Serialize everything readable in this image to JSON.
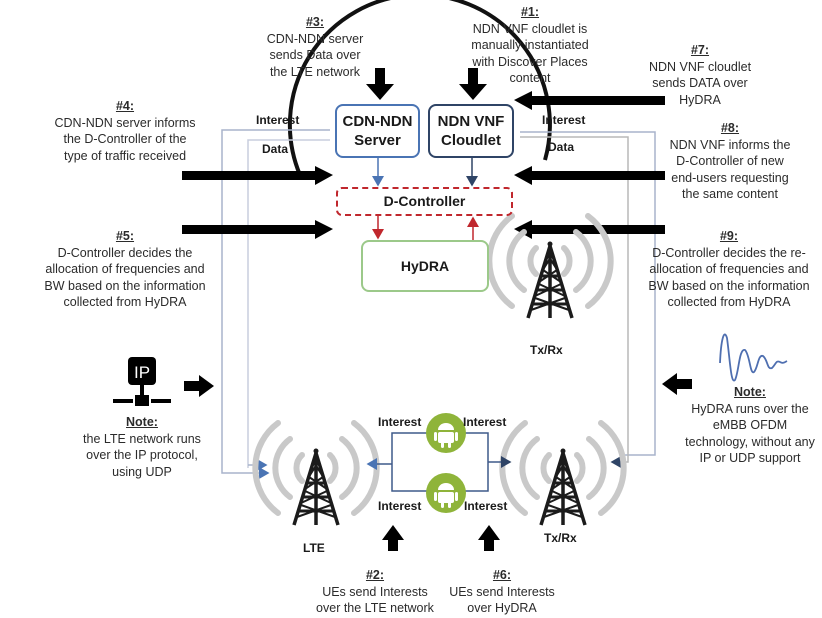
{
  "colors": {
    "cdn_box": "#4a74b4",
    "vnf_box": "#2f4466",
    "controller_border": "#c0272d",
    "hydra_box": "#9cc98a",
    "link_light": "#a8b4cc",
    "link_dark": "#3f5a8a",
    "android_green": "#8fb43a",
    "antenna_gray": "#c8c8c8",
    "wave_blue": "#4f6fb0"
  },
  "steps": [
    {
      "id": "1",
      "heading": "#1:",
      "lines": [
        "NDN VNF cloudlet is",
        "manually instantiated",
        "with Discover Places",
        "content"
      ]
    },
    {
      "id": "2",
      "heading": "#2:",
      "lines": [
        "UEs send Interests",
        "over the LTE network"
      ]
    },
    {
      "id": "3",
      "heading": "#3:",
      "lines": [
        "CDN-NDN server",
        "sends Data over",
        "the LTE network"
      ]
    },
    {
      "id": "4",
      "heading": "#4:",
      "lines": [
        "CDN-NDN server informs",
        "the D-Controller of the",
        "type of traffic received"
      ]
    },
    {
      "id": "5",
      "heading": "#5:",
      "lines": [
        "D-Controller decides the",
        "allocation of frequencies and",
        "BW based on the information",
        "collected from HyDRA"
      ]
    },
    {
      "id": "6",
      "heading": "#6:",
      "lines": [
        "UEs send Interests",
        "over HyDRA"
      ]
    },
    {
      "id": "7",
      "heading": "#7:",
      "lines": [
        "NDN VNF cloudlet",
        "sends DATA over",
        "HyDRA"
      ]
    },
    {
      "id": "8",
      "heading": "#8:",
      "lines": [
        "NDN VNF informs the",
        "D-Controller of new",
        "end-users requesting",
        "the same content"
      ]
    },
    {
      "id": "9",
      "heading": "#9:",
      "lines": [
        "D-Controller decides the re-",
        "allocation of frequencies and",
        "BW based on the information",
        "collected from HyDRA"
      ]
    }
  ],
  "notes": {
    "ip": {
      "heading": "Note:",
      "lines": [
        "the LTE network runs",
        "over the IP protocol,",
        "using UDP"
      ],
      "icon_text": "IP"
    },
    "hydra": {
      "heading": "Note:",
      "lines": [
        "HyDRA runs over the",
        "eMBB OFDM",
        "technology, without any",
        "IP or UDP support"
      ]
    }
  },
  "boxes": {
    "cdn": [
      "CDN-NDN",
      "Server"
    ],
    "vnf": [
      "NDN VNF",
      "Cloudlet"
    ],
    "controller": "D-Controller",
    "hydra": "HyDRA"
  },
  "labels": {
    "interest_left": "Interest",
    "data_left": "Data",
    "interest_right": "Interest",
    "data_right": "Data",
    "ue_top_left": "Interest",
    "ue_top_right": "Interest",
    "ue_bottom_left": "Interest",
    "ue_bottom_right": "Interest",
    "tower_lte": "LTE",
    "tower_txrx_bottom": "Tx/Rx",
    "tower_txrx_top": "Tx/Rx"
  }
}
